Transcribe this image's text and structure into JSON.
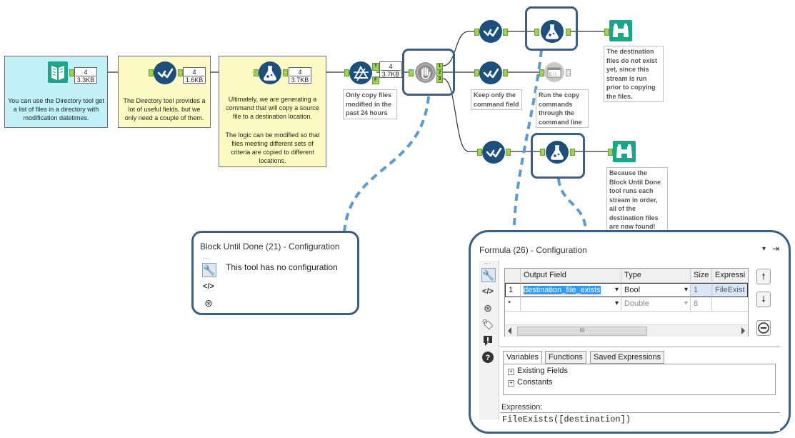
{
  "canvas": {
    "comment_directory": "You can use the Directory tool get a list of files in a directory with modification datetimes.",
    "comment_select": "The Directory tool provides a lot of useful fields, but we only need a couple of them.",
    "comment_formula_1": "Ultimately, we are generating a command that will copy a source file to a destination location.",
    "comment_formula_2": "The logic can be modified so that files meeting different sets of criteria are copied to different locations.",
    "badge_directory": {
      "count": "4",
      "size": "3.3KB"
    },
    "badge_select": {
      "count": "4",
      "size": "1.6KB"
    },
    "badge_formula": {
      "count": "4",
      "size": "3.7KB"
    },
    "badge_filter": {
      "count": "4",
      "size": "3.7KB"
    },
    "anno_filter": "Only copy files modified in the past 24 hours",
    "anno_keep": "Keep only the command field",
    "anno_run": "Run the copy commands through the command line",
    "anno_browse_top": "The destination files do not exist yet, since this stream is run prior to copying the files.",
    "anno_browse_bottom": "Because the Block Until Done tool runs each stream in order, all of the destination files are now found!",
    "filter_anchor_t": "T",
    "filter_anchor_f": "F",
    "block_anchor_1": "1",
    "block_anchor_2": "2",
    "block_anchor_3": "3",
    "runcmd_icon_text": "C:\\"
  },
  "block_panel": {
    "title": "Block Until Done (21) - Configuration",
    "dots": "···",
    "message": "This tool has no configuration"
  },
  "formula_panel": {
    "title": "Formula (26) - Configuration",
    "dots": "···",
    "pin_glyph": "⇥",
    "dropdown_glyph": "▾",
    "columns": [
      "Output Field",
      "Type",
      "Size",
      "Expressi"
    ],
    "rows": [
      {
        "num": "1",
        "field": "destination_file_exists",
        "type": "Bool",
        "size": "1",
        "expr": "FileExist"
      },
      {
        "num": "*",
        "field": "",
        "type": "Double",
        "size": "8",
        "expr": ""
      }
    ],
    "scroll_grip": "III",
    "tabs": [
      "Variables",
      "Functions",
      "Saved Expressions"
    ],
    "tree": [
      "Existing Fields",
      "Constants"
    ],
    "expression_label": "Expression:",
    "expression_value": "FileExists([destination])"
  },
  "colors": {
    "tool_blue": "#1b4f7e",
    "browse_teal": "#1aa689",
    "comment_yellow": "#fcfbc4",
    "comment_cyan": "#c3f1f8",
    "highlight": "#3d5e86",
    "connector": "#5b9bd5",
    "anchor_green": "#9bd24f",
    "selected_row": "#d8e8f8"
  }
}
